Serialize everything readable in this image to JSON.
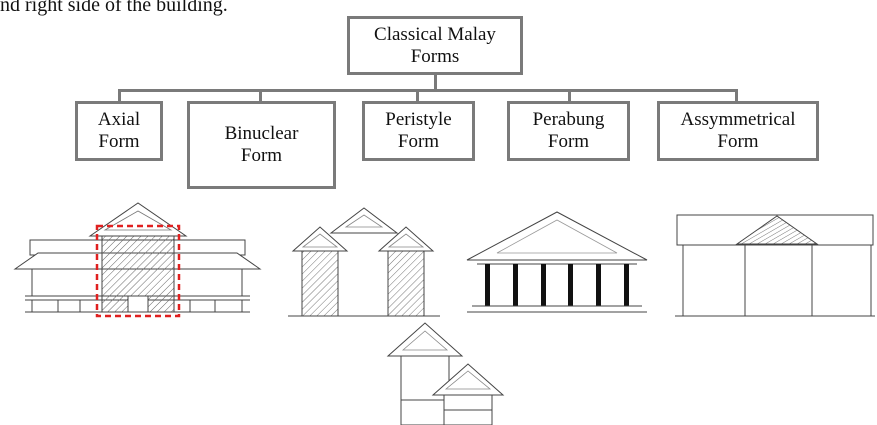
{
  "intro_text": "nd right side of the building.",
  "root": {
    "label": "Classical Malay\nForms"
  },
  "forms": [
    {
      "label": "Axial\nForm",
      "illustration": "axial-form-elevation"
    },
    {
      "label": "Binuclear\nForm",
      "illustration": "binuclear-form-elevation"
    },
    {
      "label": "Peristyle\nForm",
      "illustration": "peristyle-form-elevation"
    },
    {
      "label": "Perabung\nForm",
      "illustration": "perabung-form-elevation"
    },
    {
      "label": "Assymmetrical\nForm",
      "illustration": "assymmetrical-form-elevation"
    }
  ],
  "colors": {
    "box_border": "#7a7a7a",
    "highlight_dashed": "#e02020",
    "line": "#222222"
  }
}
